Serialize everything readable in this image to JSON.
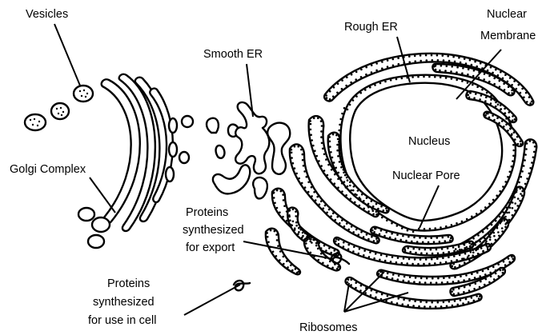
{
  "diagram": {
    "labels": {
      "vesicles": "Vesicles",
      "smooth_er": "Smooth ER",
      "rough_er": "Rough ER",
      "nuclear_membrane_line1": "Nuclear",
      "nuclear_membrane_line2": "Membrane",
      "nucleus": "Nucleus",
      "golgi_complex": "Golgi Complex",
      "nuclear_pore": "Nuclear Pore",
      "proteins_export_line1": "Proteins",
      "proteins_export_line2": "synthesized",
      "proteins_export_line3": "for export",
      "proteins_cell_line1": "Proteins",
      "proteins_cell_line2": "synthesized",
      "proteins_cell_line3": "for use in cell",
      "ribosomes": "Ribosomes"
    },
    "colors": {
      "line": "#000000",
      "background": "#ffffff"
    }
  }
}
